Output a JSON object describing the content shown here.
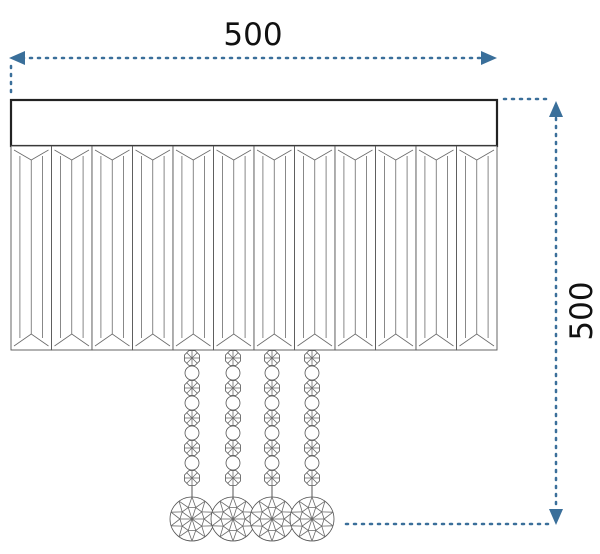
{
  "dimensions": {
    "width_label": "500",
    "height_label": "500"
  },
  "colors": {
    "dimension_line": "#3a6f9a",
    "outline": "#222222",
    "sketch": "#6a6a6a"
  },
  "fixture": {
    "prism_count": 12,
    "pendant_strands": 4
  }
}
